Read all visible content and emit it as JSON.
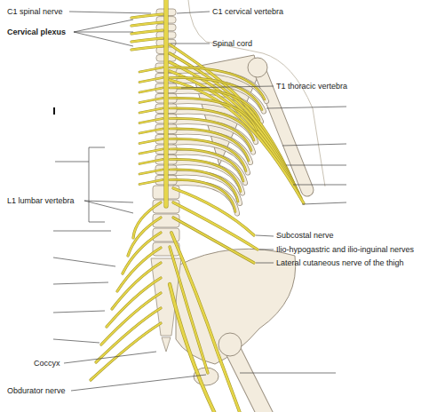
{
  "diagram": {
    "labels": [
      "C1 spinal nerve",
      "C1 cervical vertebra",
      "Cervical plexus",
      "Spinal cord",
      "T1 thoracic vertebra",
      "L1 lumbar vertebra",
      "Subcostal nerve",
      "Ilio-hypogastric and ilio-inguinal nerves",
      "Lateral cutaneous nerve of the thigh",
      "Coccyx",
      "Obdurator nerve"
    ]
  }
}
